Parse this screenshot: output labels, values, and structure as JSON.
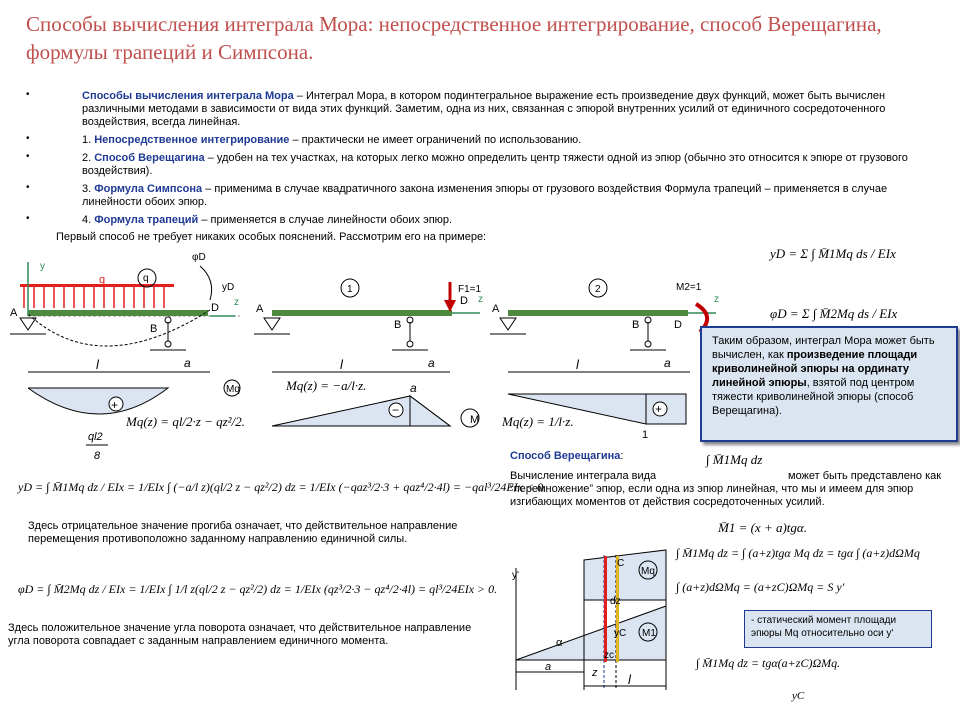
{
  "title": "Способы вычисления интеграла Мора: непосредственное интегрирование, способ Верещагина, формулы трапеций и Симпсона.",
  "bullets": [
    {
      "lead": "Способы вычисления интеграла Мора",
      "rest": " – Интеграл Мора, в котором подинтегральное выражение есть произведение двух функций, может быть вычислен различными методами в зависимости от вида этих функций. Заметим, одна из них, связанная с эпюрой внутренних усилий от единичного сосредоточенного воздействия, всегда линейная."
    },
    {
      "num": "1. ",
      "lead": "Непосредственное интегрирование",
      "rest": " – практически не имеет ограничений по использованию."
    },
    {
      "num": "2. ",
      "lead": "Способ Верещагина",
      "rest": " – удобен на тех участках, на которых легко можно определить центр тяжести одной из эпюр (обычно это относится к эпюре от грузового воздействия)."
    },
    {
      "num": "3. ",
      "lead": "Формула Симпсона",
      "rest": " – применима в случае квадратичного закона изменения эпюры от грузового воздействия Формула трапеций – применяется в случае линейности обоих эпюр."
    },
    {
      "num": "4. ",
      "lead": "Формула трапеций",
      "rest": " – применяется в случае линейности обоих эпюр."
    }
  ],
  "intro_line": "Первый способ не требует никаких особых пояснений. Рассмотрим его на примере:",
  "deflection_note": "Здесь отрицательное значение прогиба означает, что действительное направление перемещения противоположно заданному направлению единичной силы.",
  "rotation_note": "Здесь положительное значение угла поворота означает, что действительное направление угла поворота совпадает с заданным направлением единичного момента.",
  "box_note": {
    "p1": "Таким образом, интеграл Мора может быть вычислен, как ",
    "bold": "произведение площади криволинейной эпюры на ординату линейной эпюры",
    "p2": ", взятой под центром тяжести криволинейной эпюры (способ Верещагина)."
  },
  "vereshchagin": {
    "heading": "Способ Верещагина",
    "colon": ":",
    "text1": "Вычисление интеграла вида",
    "text2": "может быть представлено как “перемножение” эпюр, если одна из эпюр линейная, что мы и имеем для эпюр изгибающих моментов от действия сосредоточенных усилий."
  },
  "static_moment_note": "- статический момент площади эпюры Mq относительно оси y'",
  "diagram_labels": {
    "q": "q",
    "q_circle": "q",
    "y": "y",
    "z": "z",
    "A": "A",
    "B": "B",
    "D": "D",
    "l": "l",
    "a": "a",
    "phiD": "φD",
    "yD": "yD",
    "one": "1",
    "two": "2",
    "F1": "F1=1",
    "M2": "M2=1",
    "plus": "+",
    "minus": "−",
    "Mq": "Mq",
    "M": "M",
    "ql2_8_num": "ql2",
    "ql2_8_den": "8",
    "num1": "1",
    "C": "C",
    "yC": "yC",
    "dz": "dz",
    "zc": "zc",
    "alpha": "α",
    "yprime": "y'",
    "M1": "M1"
  },
  "formulas": {
    "yD_sum": "yD = Σ ∫ M̄1Mq ds / EIx",
    "phiD_sum": "φD = Σ ∫ M̄2Mq ds / EIx",
    "Mq_z": "Mq(z) = ql/2·z − qz²/2.",
    "M1_z": "Mq(z) = −a/l·z.",
    "M2_z": "Mq(z) = 1/l·z.",
    "yD_full": "yD = ∫ M̄1Mq dz / EIx = 1/EIx ∫ (−a/l z)(ql/2 z − qz²/2) dz = 1/EIx (−qaz³/2·3 + qaz⁴/2·4l) = −qal³/24EIx < 0.",
    "phiD_full": "φD = ∫ M̄2Mq dz / EIx = 1/EIx ∫ 1/l z(ql/2 z − qz²/2) dz = 1/EIx (qz³/2·3 − qz⁴/2·4l) = ql³/24EIx > 0.",
    "int_form": "∫ M̄1Mq dz",
    "M1_line": "M̄1 = (x + a)tgα.",
    "chain1": "∫ M̄1Mq dz = ∫ (a+z)tgα Mq dz = tgα ∫ (a+z)dΩMq",
    "chain2": "∫ (a+z)dΩMq = (a+zC)ΩMq = S y'",
    "chain3": "∫ M̄1Mq dz = tgα(a+zC)ΩMq.",
    "yC_under": "yC"
  },
  "colors": {
    "title": "#c0504d",
    "highlight": "#1f3a93",
    "beam": "#4e8a3e",
    "load": "#e21f1f",
    "note_bg": "#dbe5f1",
    "note_border": "#1f3a93",
    "hatch": "#444444",
    "diagram_fill": "#dbe5f1"
  }
}
